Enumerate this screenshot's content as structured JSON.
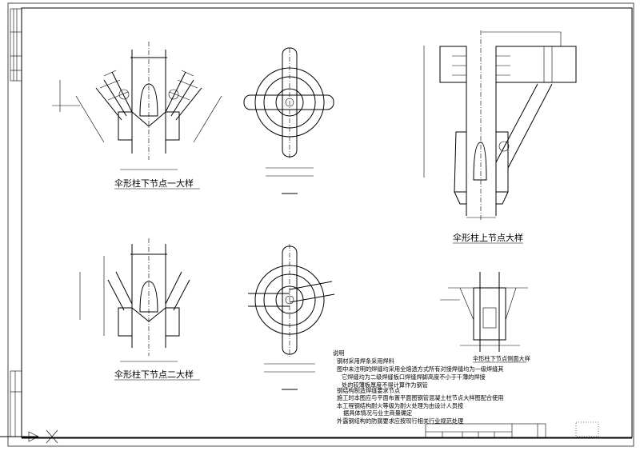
{
  "drawing": {
    "titles": {
      "lower_node_1": "伞形柱下节点一大样",
      "lower_node_2": "伞形柱下节点二大样",
      "upper_node": "伞形柱上节点大样",
      "lower_node_side": "伞形柱下节点侧面大样"
    },
    "notes": {
      "heading": "说明",
      "lines": [
        "钢材采用焊条采用焊料",
        "图中未注明的焊缝均采用全熔透方式所有对接焊缝均为一级焊缝其",
        "它焊缝均为二级焊缝板口焊缝焊脚高度不小于千薄的焊接",
        "处的较薄板厚度不得计算作为钢管",
        "钢结构制造焊缝要求节点",
        "施工时本图应与平面布置平面图钢管混凝土柱节点大样图配合使用",
        "本工程钢结构耐火等级为耐火处理为由设计人员按",
        "据具体情况与业主商量确定",
        "外露钢结构的防腐要求应按现行相关行业规范处理"
      ]
    }
  }
}
